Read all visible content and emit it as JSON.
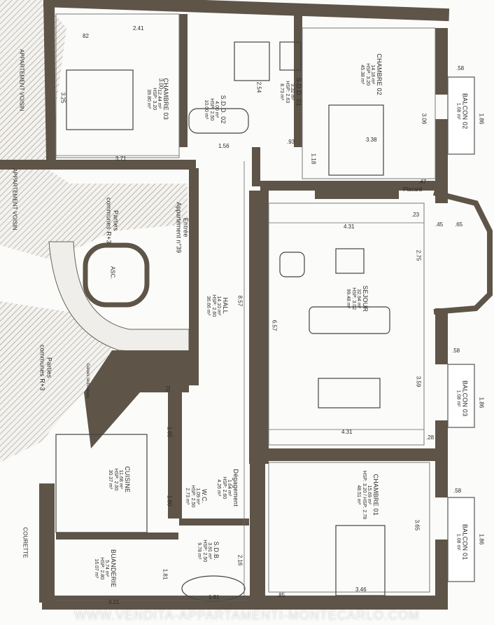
{
  "rooms": {
    "chambre03": {
      "name": "CHAMBRE 03",
      "l1": "12.44 m²",
      "l2": "HSP: 3.20",
      "l3": "39.80 m³"
    },
    "sdd02": {
      "name": "S.D.D. 02",
      "l1": "4.00 m²",
      "l2": "HSP: 2.50",
      "l3": "10.00 m³"
    },
    "sdd01": {
      "name": "S.D.D. 01",
      "l1": "3.32 m²",
      "l2": "HSP: 2.63",
      "l3": "8.73 m³"
    },
    "chambre02": {
      "name": "CHAMBRE 02",
      "l1": "14.18 m²",
      "l2": "HSP: 3.20",
      "l3": "45.38 m³"
    },
    "balcon02": {
      "name": "BALCON 02",
      "l1": "1.08 m²"
    },
    "sejour": {
      "name": "SEJOUR",
      "l1": "32.94 m²",
      "l2": "HSP: 3.02",
      "l3": "99.48 m³"
    },
    "balcon03": {
      "name": "BALCON 03",
      "l1": "1.08 m²"
    },
    "hall": {
      "name": "HALL",
      "l1": "14.10 m²",
      "l2": "HSP: 2.60",
      "l3": "36.66 m³"
    },
    "entree": {
      "name": "Entrée",
      "l1": "Appartement n°39"
    },
    "parties1": {
      "name": "Parties",
      "l1": "communes R+3"
    },
    "parties2": {
      "name": "Parties",
      "l1": "communes R+3"
    },
    "cuisine": {
      "name": "CUISINE",
      "l1": "11.68 m²",
      "l2": "HSP: 2.60",
      "l3": "30.37 m³"
    },
    "wc": {
      "name": "W.C.",
      "l1": "1.09 m²",
      "l2": "HSP: 2.50",
      "l3": "2.73 m³"
    },
    "degagement": {
      "name": "Dégagement",
      "l1": "1.64 m²",
      "l2": "HSP: 2.60",
      "l3": "4.26 m³"
    },
    "chambre01": {
      "name": "CHAMBRE 01",
      "l1": "15.69 m²",
      "l2": "HSP: 3.20 / HSP: 2.78",
      "l3": "48.51 m³"
    },
    "balcon01": {
      "name": "BALCON 01",
      "l1": "1.08 m²"
    },
    "sdb": {
      "name": "S.D.B.",
      "l1": "3.91 m²",
      "l2": "HSP: 2.50",
      "l3": "9.78 m³"
    },
    "buanderie": {
      "name": "BUANDERIE",
      "l1": "5.74 m²",
      "l2": "HSP: 2.80",
      "l3": "16.07 m³"
    }
  },
  "labels": {
    "voisin1": "APPARTEMENT VOISIN",
    "voisin2": "APPARTEMENT VOISIN",
    "asc": "ASC.",
    "courette": "COURETTE",
    "placard": "Placard",
    "gaine": "Gaines techniques"
  },
  "dims": {
    "d241": "2.41",
    "d82": "82",
    "d325": "3.25",
    "d300": "3.00",
    "d371": "3.71",
    "d156": "1.56",
    "d254": "2.54",
    "d93": ".93",
    "d118": "1.18",
    "d338": "3.38",
    "d306": "3.06",
    "d58a": ".58",
    "d186a": "1.86",
    "d47": ".47",
    "d23": ".23",
    "d431a": "4.31",
    "d45": ".45",
    "d65": ".65",
    "d275": "2.75",
    "d857": "8.57",
    "d657": "6.57",
    "d58b": ".58",
    "d359": "3.59",
    "d186b": "1.86",
    "d431b": "4.31",
    "d28": ".28",
    "d70": "70",
    "d165": "1.65",
    "d180": "1.80",
    "d58c": ".58",
    "d365": "3.65",
    "d186c": "1.86",
    "d216": "2.16",
    "d181a": "1.81",
    "d321": "3.21",
    "d181b": "1.81",
    "d85": ".85",
    "d346": "3.46"
  },
  "watermark": "WWW.VENDITA-APPARTAMENTI-MONTECARLO.COM"
}
